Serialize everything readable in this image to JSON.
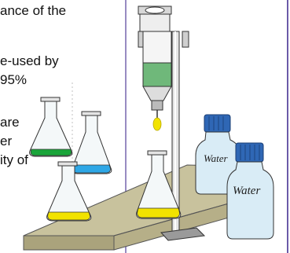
{
  "paragraph_fragments": [
    "ance of the",
    "e-used by",
    " 95%",
    " are",
    "er",
    "ity of"
  ],
  "bottles": [
    {
      "label": "Water"
    },
    {
      "label": "Water"
    }
  ],
  "colors": {
    "border_purple": "#6b5aa8",
    "flask_green": "#1aa53a",
    "flask_blue": "#2ea7e6",
    "flask_yellow": "#f2e300",
    "burette_green": "#6fb87a",
    "cap_blue": "#2f67b5",
    "bench_tan": "#c8c29d",
    "glass_blue": "#d9ecf6"
  },
  "icons": [
    "flask-icon",
    "burette-icon",
    "water-bottle-icon",
    "stand-icon",
    "bench-icon"
  ]
}
